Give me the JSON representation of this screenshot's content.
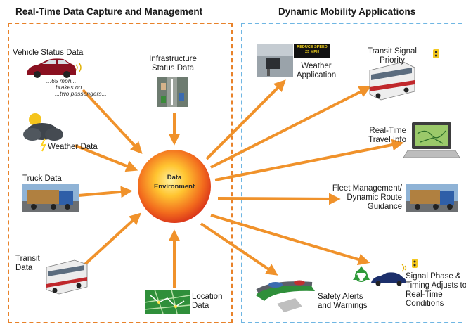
{
  "headers": {
    "left": "Real-Time Data Capture and Management",
    "right": "Dynamic Mobility Applications"
  },
  "center": {
    "line1": "Data",
    "line2": "Environment"
  },
  "inputs": {
    "vehicle": "Vehicle Status Data",
    "vehicle_note1": "...65 mph...",
    "vehicle_note2": "...brakes on...",
    "vehicle_note3": "...two passengers...",
    "infrastructure1": "Infrastructure",
    "infrastructure2": "Status Data",
    "weather": "Weather Data",
    "truck": "Truck Data",
    "transit1": "Transit",
    "transit2": "Data",
    "location1": "Location",
    "location2": "Data"
  },
  "outputs": {
    "weather_app1": "Weather",
    "weather_app2": "Application",
    "weather_sign1": "REDUCE SPEED",
    "weather_sign2": "25 MPH",
    "signal_priority1": "Transit Signal",
    "signal_priority2": "Priority",
    "travel_info1": "Real-Time",
    "travel_info2": "Travel Info",
    "fleet1": "Fleet Management/",
    "fleet2": "Dynamic Route",
    "fleet3": "Guidance",
    "safety1": "Safety Alerts",
    "safety2": "and Warnings",
    "signal_phase1": "Signal Phase &",
    "signal_phase2": "Timing Adjusts to",
    "signal_phase3": "Real-Time",
    "signal_phase4": "Conditions"
  },
  "colors": {
    "arrow": "#f0922b",
    "left_border": "#e8822a",
    "right_border": "#6fb6e3",
    "sun_core": "#ffe66a",
    "sun_edge": "#e03a12"
  }
}
